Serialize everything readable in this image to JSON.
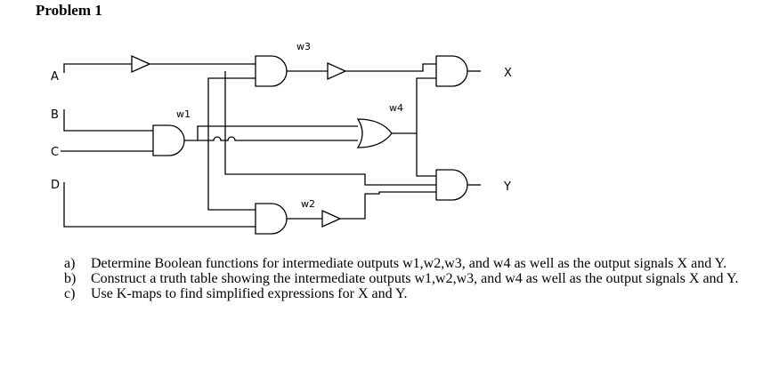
{
  "heading": "Problem 1",
  "inputs": {
    "a": "A",
    "b": "B",
    "c": "C",
    "d": "D"
  },
  "outputs": {
    "x": "X",
    "y": "Y"
  },
  "wires": {
    "w1": "w1",
    "w2": "w2",
    "w3": "w3",
    "w4": "w4"
  },
  "tasks": [
    {
      "marker": "a)",
      "text": "Determine Boolean functions for intermediate outputs w1,w2,w3, and w4 as well as the output signals X and Y."
    },
    {
      "marker": "b)",
      "text": "Construct a truth table showing the intermediate outputs w1,w2,w3, and w4 as well as the output signals X and Y."
    },
    {
      "marker": "c)",
      "text": "Use K-maps to find simplified expressions for X and Y."
    }
  ]
}
